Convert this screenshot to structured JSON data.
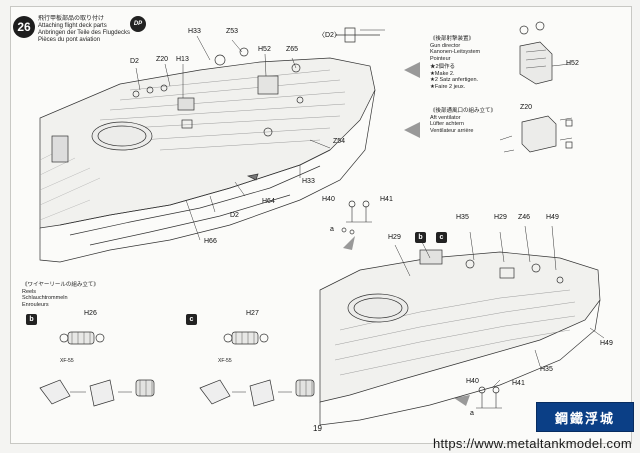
{
  "step": {
    "number": "26",
    "title_lines": [
      "飛行甲板部品の取り付け",
      "Attaching flight deck parts",
      "Anbringen der Teile des Flugdecks",
      "Pièces du pont aviation"
    ],
    "dp_badge": "DP"
  },
  "labels": {
    "h33_top": "H33",
    "z53": "Z53",
    "d2_paren": "〈D2〉",
    "h52": "H52",
    "z65": "Z65",
    "d2_left": "D2",
    "z20_main": "Z20",
    "h13": "H13",
    "z54": "Z54",
    "h33_mid": "H33",
    "h64": "H64",
    "d2_bottom": "D2",
    "h66": "H66",
    "h40_top": "H40",
    "h41_top": "H41",
    "a_top": "a",
    "h35": "H35",
    "h29_right": "H29",
    "z46": "Z46",
    "h49_top": "H49",
    "h29_left": "H29",
    "h49_right": "H49",
    "h35_bottom": "H35",
    "h40_bottom": "H40",
    "h41_bottom": "H41",
    "a_bottom": "a",
    "h52_inset": "H52",
    "z20_inset": "Z20",
    "h26": "H26",
    "h27": "H27",
    "xf55_b": "XF-55",
    "xf55_c": "XF-55"
  },
  "notes": {
    "gun_director": [
      "《後部射撃装置》",
      "Gun director",
      "Kanonen-Leitsystem",
      "Pointeur"
    ],
    "make2": [
      "★2個作る",
      "★Make 2.",
      "★2 Satz anfertigen.",
      "★Faire 2 jeux."
    ],
    "ventilator": [
      "《後部通風口の組み立て》",
      "Aft ventilator",
      "Lüfter achtern",
      "Ventilateur arrière"
    ],
    "reels": [
      "《ワイヤーリールの組み立て》",
      "Reels",
      "Schlauchtrommeln",
      "Enrouleurs"
    ]
  },
  "badges": {
    "b": "b",
    "c": "c"
  },
  "page_number": "19",
  "watermark": {
    "url": "https://www.metaltankmodel.com",
    "logo_text": "鋼鐵浮城"
  }
}
